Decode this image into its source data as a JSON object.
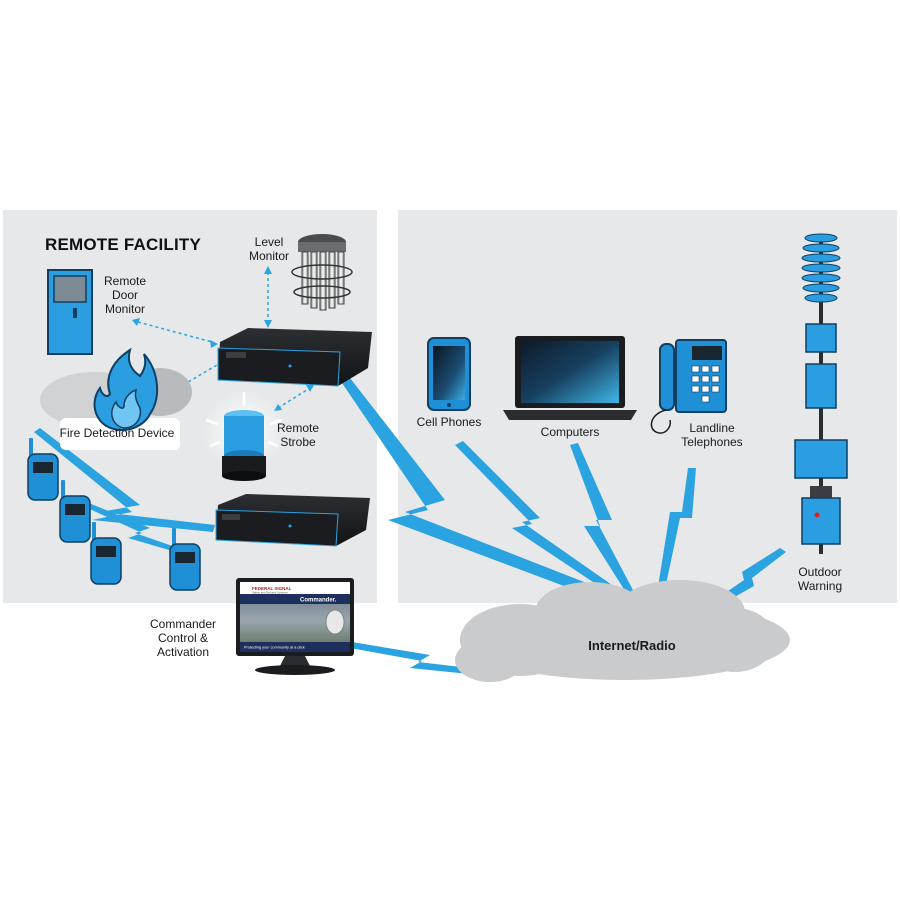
{
  "facility_title": "REMOTE FACILITY",
  "labels": {
    "level_monitor": "Level\nMonitor",
    "remote_door_monitor": "Remote\nDoor\nMonitor",
    "fire_detection": "Fire Detection Device",
    "remote_strobe": "Remote\nStrobe",
    "commander": "Commander\nControl &\nActivation",
    "cell_phones": "Cell Phones",
    "computers": "Computers",
    "landline": "Landline\nTelephones",
    "outdoor_warning": "Outdoor\nWarning",
    "internet_radio": "Internet/Radio"
  },
  "screen": {
    "header_left": "FEDERAL SIGNAL",
    "header_sub": "Safety and Security Systems",
    "brand": "Commander.",
    "footer": "Protecting your community at a click"
  },
  "colors": {
    "panel_bg": "#e6e8e9",
    "accent_blue": "#2aa3e0",
    "device_blue": "#1f8fd6",
    "device_dark": "#1d1f22",
    "cloud": "#c9cbcd"
  }
}
